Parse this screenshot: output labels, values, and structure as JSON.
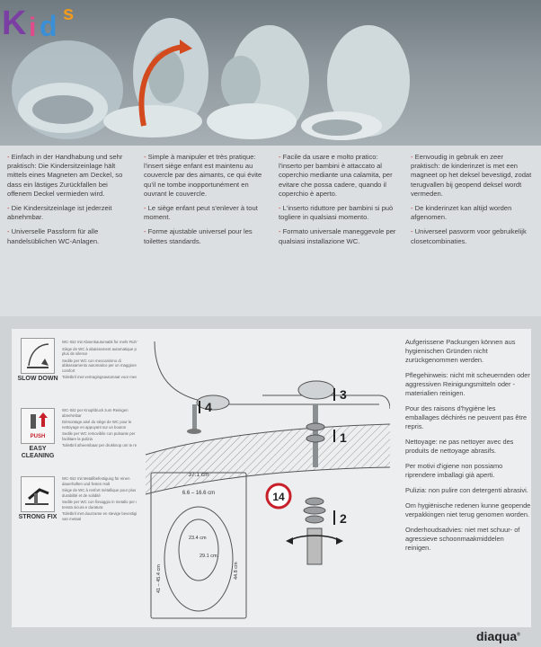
{
  "logo": {
    "text": "Kids"
  },
  "columns": {
    "de": [
      "Einfach in der Handhabung und sehr praktisch: Die Kindersitzeinlage hält mittels eines Magneten am Deckel, so dass ein lästiges Zurückfallen bei offenem Deckel vermieden wird.",
      "Die Kindersitzeinlage ist jederzeit abnehmbar.",
      "Universelle Passform für alle handelsüblichen WC-Anlagen."
    ],
    "fr": [
      "Simple à manipuler et très pratique: l'insert siège enfant est maintenu au couvercle par des aimants, ce qui évite qu'il ne tombe inopportunément en ouvrant le couvercle.",
      "Le siège enfant peut s'enlever à tout moment.",
      "Forme ajustable universel pour les toilettes standards."
    ],
    "it": [
      "Facile da usare e molto pratico: l'inserto per bambini è attaccato al coperchio mediante una calamita, per evitare che possa cadere, quando il coperchio è aperto.",
      "L'inserto riduttore per bambini si può togliere in qualsiasi momento.",
      "Formato universale maneggevole per qualsiasi installazione WC."
    ],
    "nl": [
      "Eenvoudig in gebruik en zeer praktisch: de kinderinzet is met een magneet op het deksel bevestigd, zodat terugvallen bij geopend deksel wordt vermeden.",
      "De kinderinzet kan altijd worden afgenomen.",
      "Universeel pasvorm voor gebruikelijk closetcombinaties."
    ]
  },
  "features": [
    {
      "caption": "SLOW DOWN",
      "icon": "slow-close-icon",
      "text": [
        "WC-Sitz mit Absenkautomatik für mehr Ruhe",
        "Siège de WC à abaissement automatique pour plus de silence",
        "Sedile per WC con meccanismo di abbassamento automatico per un maggiore comfort",
        "Toiletbril met vertragingsautomaat voor meer rust"
      ]
    },
    {
      "caption": "EASY CLEANING",
      "icon": "push-button-icon",
      "push_label": "PUSH",
      "text": [
        "WC-Sitz per Knopfdruck zum Reinigen abnehmbar",
        "Démontage aisé du siège de WC pour le nettoyage en appuyant sur un bouton",
        "Sedile per WC removibile con pulsante per facilitare la pulizia",
        "Toiletbril afneembaar per drukknop om te reinigen"
      ]
    },
    {
      "caption": "STRONG FIX",
      "icon": "fixing-icon",
      "text": [
        "WC-Sitz mit Metallbefestigung für einen dauerhaften und festen Halt",
        "Siège de WC à renfort métallique pour plus de durabilité et de solidité",
        "Sedile per WC con fissaggio in metallo per una tenuta sicura e duratura",
        "Toiletbril met duurzame en stevige bevestiging van metaal"
      ]
    }
  ],
  "diagram": {
    "steps": [
      "4",
      "3",
      "1",
      "2"
    ],
    "badge": "14",
    "dims": {
      "width": "37.1 cm",
      "holes": "6.6 – 16.6 cm",
      "inner_w": "23.4 cm",
      "inner_h": "29.1 cm",
      "depth_range": "41 – 45.4 cm",
      "length": "44.8 cm"
    }
  },
  "notes": [
    "Aufgerissene Packungen können aus hygienischen Gründen nicht zurückgenommen werden.",
    "Pflegehinweis: nicht mit scheuernden oder aggressiven Reinigungsmitteln oder -materialien reinigen.",
    "Pour des raisons d'hygiène les emballages déchirés ne peuvent pas être repris.",
    "Nettoyage: ne pas nettoyer avec des produits de nettoyage abrasifs.",
    "Per motivi d'igiene non possiamo riprendere imballagi già aperti.",
    "Pulizia: non pulire con detergenti abrasivi.",
    "Om hygiënische redenen kunne geopende verpakkingen niet terug genomen worden.",
    "Onderhoudsadvies: niet met schuur- of agressieve schoonmaakmiddelen reinigen."
  ],
  "brand": {
    "name": "diaqua",
    "mark": "®"
  }
}
